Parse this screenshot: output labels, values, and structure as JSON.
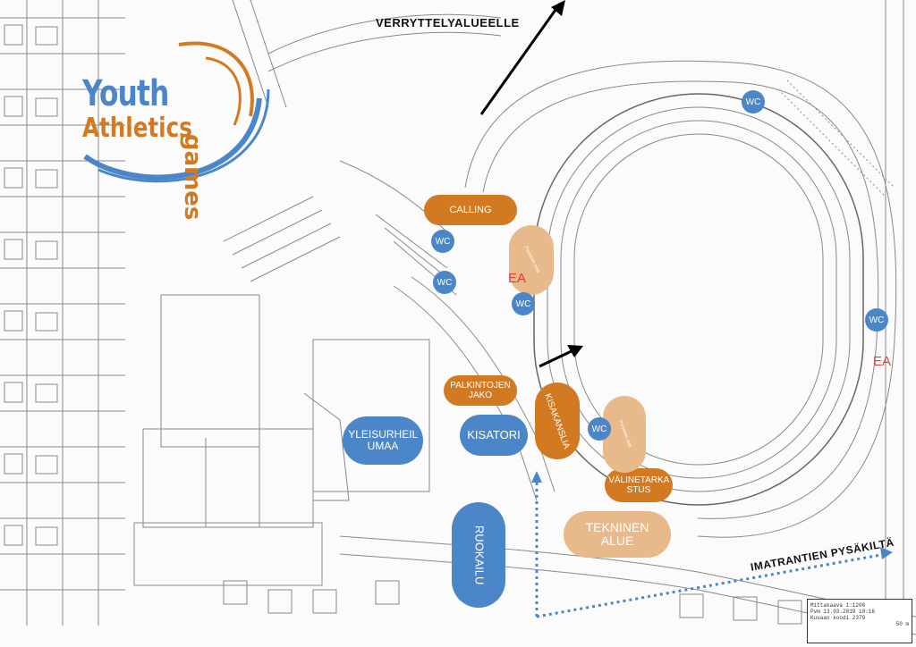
{
  "map": {
    "logo": {
      "word1": "Youth",
      "word2": "Athletics",
      "word3": "games"
    },
    "direction_labels": {
      "warmup": "VERRYTTELYALUEELLE",
      "bus_stop": "IMATRANTIEN PYSÄKILTÄ"
    },
    "zones": {
      "calling": "CALLING",
      "palkintojen_jako": "PALKINTOJEN JAKO",
      "kisakanslia": "KISAKANSLIA",
      "valinetarkastus": "VÄLINETARKA STUS",
      "yleisurheilumaa": "YLEISURHEIL UMAA",
      "kisatori": "KISATORI",
      "ruokailu": "RUOKAILU",
      "tekninen_alue": "TEKNINEN ALUE",
      "kulkureitti_1": "Punainen reitti",
      "kulkureitti_2": "Punainen reitti"
    },
    "wc": [
      "WC",
      "WC",
      "WC",
      "WC",
      "WC",
      "WC"
    ],
    "ea": [
      "EA",
      "EA"
    ],
    "scale": {
      "line1": "Mittakaava 1:1200",
      "line2": "Pvm 13.03.2019 10:16",
      "line3": "Kuvaan koodi 2379",
      "line4": "50 m"
    },
    "colors": {
      "orange": "#d17a22",
      "blue": "#4b86c8",
      "tan": "#e8b98a",
      "ea_red": "#e53935",
      "map_lines": "#8a8a8a"
    }
  }
}
